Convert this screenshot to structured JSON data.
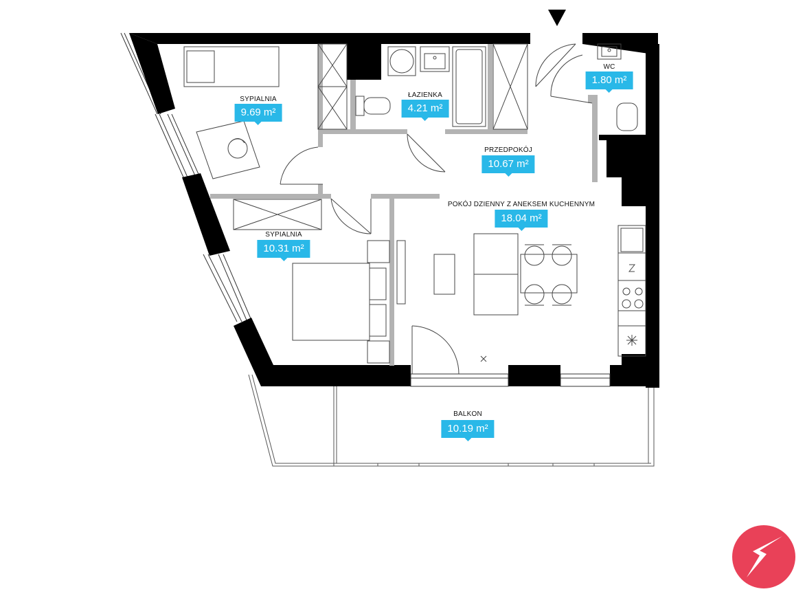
{
  "colors": {
    "accent": "#29b8e8",
    "wall": "#000000",
    "partition": "#b3b3b3",
    "logo": "#e94158"
  },
  "icons": {
    "entrance": "entrance-arrow-icon",
    "logo": "compass-arrow-logo-icon"
  },
  "rooms": [
    {
      "key": "bedroom_1",
      "name": "SYPIALNIA",
      "area": "9.69 m²"
    },
    {
      "key": "bathroom",
      "name": "ŁAZIENKA",
      "area": "4.21 m²"
    },
    {
      "key": "wc",
      "name": "WC",
      "area": "1.80 m²"
    },
    {
      "key": "hallway",
      "name": "PRZEDPOKÓJ",
      "area": "10.67 m²"
    },
    {
      "key": "living_room",
      "name": "POKÓJ DZIENNY Z ANEKSEM KUCHENNYM",
      "area": "18.04 m²"
    },
    {
      "key": "bedroom_2",
      "name": "SYPIALNIA",
      "area": "10.31 m²"
    },
    {
      "key": "balcony",
      "name": "BALKON",
      "area": "10.19 m²"
    }
  ]
}
